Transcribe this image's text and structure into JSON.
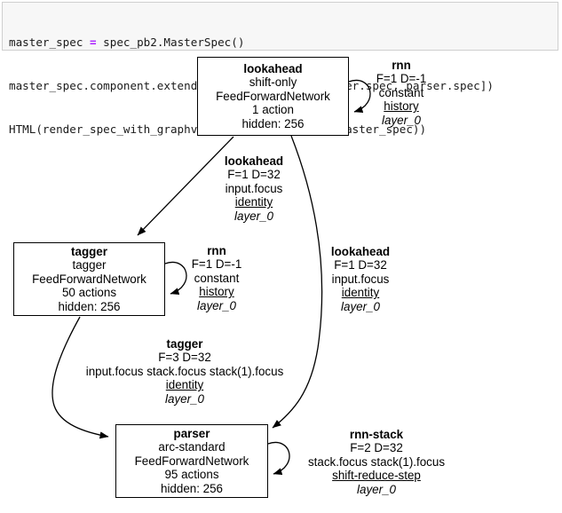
{
  "code": {
    "line1_pre": "master_spec ",
    "line1_op": "=",
    "line1_post": " spec_pb2.MasterSpec()",
    "line2": "master_spec.component.extend([lookahead.spec, tagger.spec, parser.spec])",
    "line3": "HTML(render_spec_with_graphviz.master_spec_graph(master_spec))"
  },
  "graph": {
    "nodes": {
      "lookahead": {
        "title": "lookahead",
        "transition": "shift-only",
        "network": "FeedForwardNetwork",
        "actions": "1 action",
        "hidden": "hidden: 256"
      },
      "tagger": {
        "title": "tagger",
        "transition": "tagger",
        "network": "FeedForwardNetwork",
        "actions": "50 actions",
        "hidden": "hidden: 256"
      },
      "parser": {
        "title": "parser",
        "transition": "arc-standard",
        "network": "FeedForwardNetwork",
        "actions": "95 actions",
        "hidden": "hidden: 256"
      }
    },
    "edge_labels": {
      "lookahead_rnn": {
        "title": "rnn",
        "fd": "F=1 D=-1",
        "features": "constant",
        "source": "history",
        "layer": "layer_0"
      },
      "lookahead_to_tagger": {
        "title": "lookahead",
        "fd": "F=1 D=32",
        "features": "input.focus",
        "source": "identity",
        "layer": "layer_0"
      },
      "tagger_rnn": {
        "title": "rnn",
        "fd": "F=1 D=-1",
        "features": "constant",
        "source": "history",
        "layer": "layer_0"
      },
      "lookahead_to_parser": {
        "title": "lookahead",
        "fd": "F=1 D=32",
        "features": "input.focus",
        "source": "identity",
        "layer": "layer_0"
      },
      "tagger_to_parser": {
        "title": "tagger",
        "fd": "F=3 D=32",
        "features": "input.focus stack.focus stack(1).focus",
        "source": "identity",
        "layer": "layer_0"
      },
      "parser_rnn_stack": {
        "title": "rnn-stack",
        "fd": "F=2 D=32",
        "features": "stack.focus stack(1).focus",
        "source": "shift-reduce-step",
        "layer": "layer_0"
      }
    }
  },
  "colors": {
    "code_bg": "#f7f7f7",
    "code_border": "#cfcfcf",
    "code_text": "#1a1a1a",
    "operator": "#aa22ff",
    "edge": "#000000"
  }
}
